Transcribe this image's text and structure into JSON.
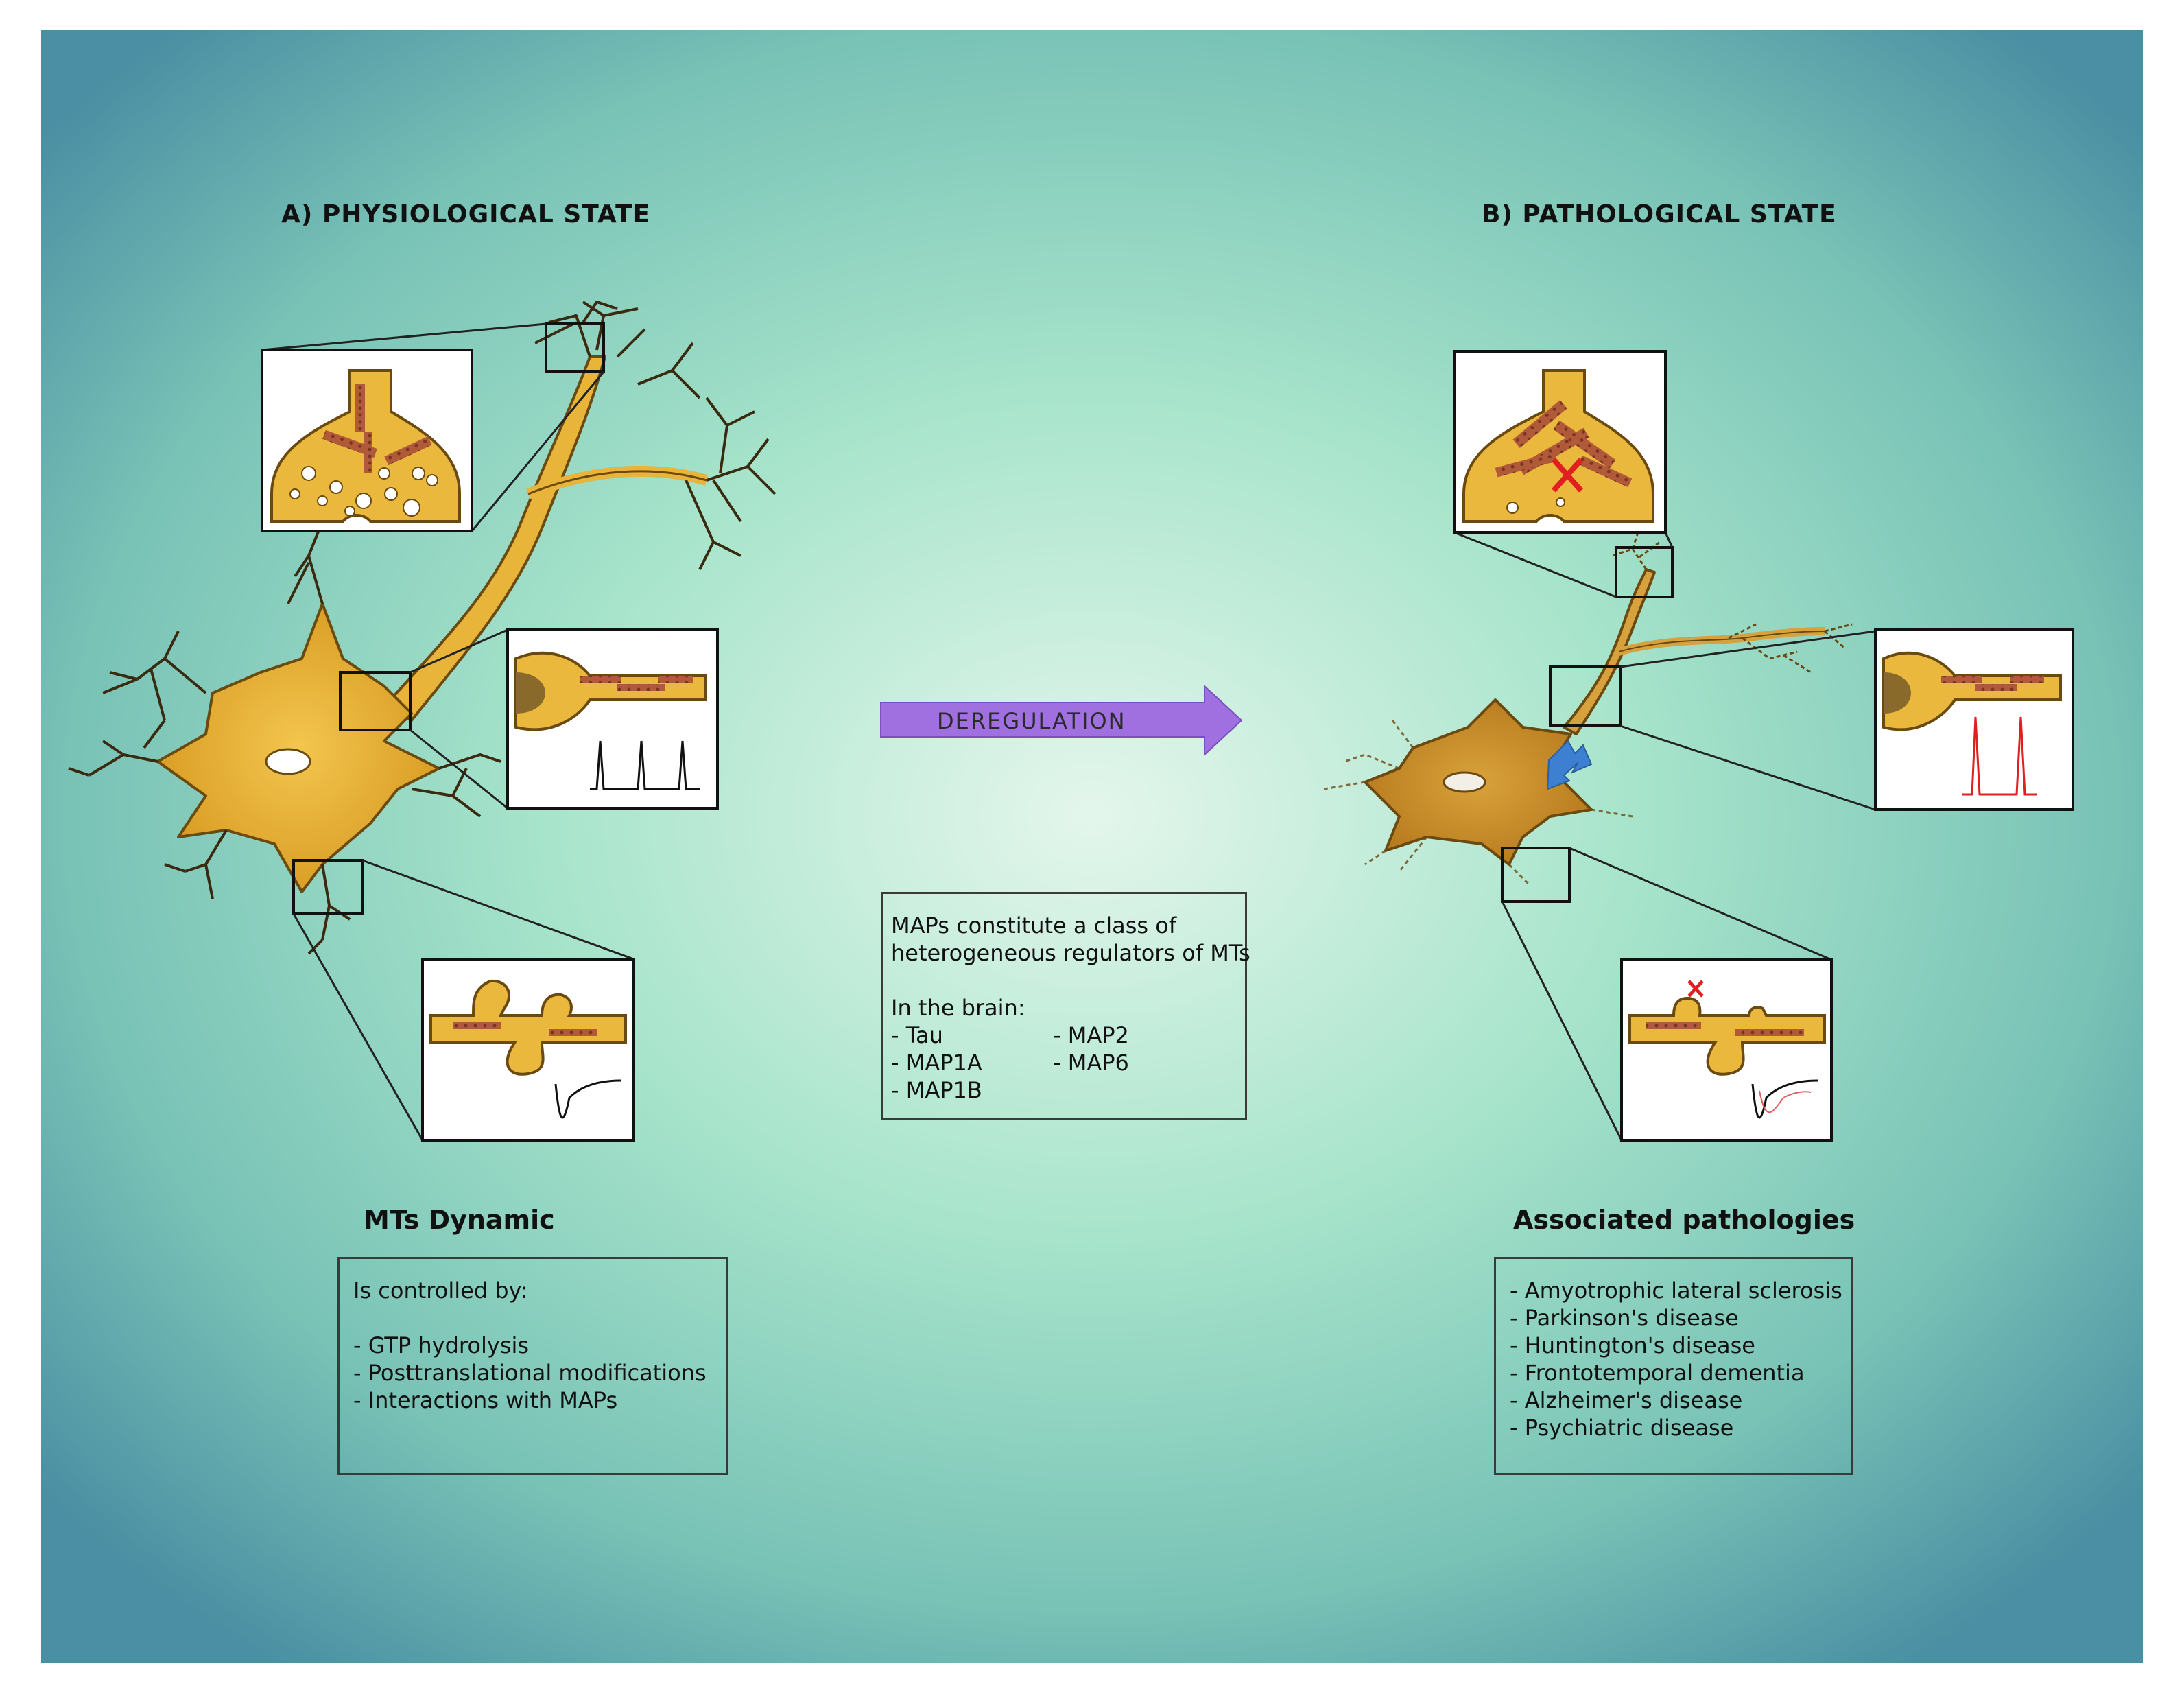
{
  "panel_a": {
    "title": "A) PHYSIOLOGICAL STATE",
    "subtitle": "MTs Dynamic",
    "box_lines": [
      "Is controlled by:",
      "",
      "- GTP hydrolysis",
      "- Posttranslational modifications",
      "- Interactions with MAPs"
    ]
  },
  "panel_b": {
    "title": "B) PATHOLOGICAL STATE",
    "subtitle": "Associated pathologies",
    "box_lines": [
      "- Amyotrophic lateral sclerosis",
      "- Parkinson's disease",
      "- Huntington's disease",
      "- Frontotemporal dementia",
      "- Alzheimer's disease",
      "- Psychiatric disease"
    ]
  },
  "center": {
    "arrow_label": "DEREGULATION",
    "box_intro": [
      "MAPs constitute a class of",
      "heterogeneous regulators of MTs"
    ],
    "box_brain": "In the brain:",
    "maps_col1": [
      "- Tau",
      "- MAP1A",
      "- MAP1B"
    ],
    "maps_col2": [
      "- MAP2",
      "- MAP6"
    ]
  },
  "colors": {
    "background_center": "#c8efdc",
    "background_edge": "#4f97a8",
    "neuron_fill": "#e8b43a",
    "neuron_outline": "#6b4a10",
    "arrow_fill": "#a070e0",
    "double_arrow": "#3d7fd0",
    "error_mark": "#e02020"
  }
}
